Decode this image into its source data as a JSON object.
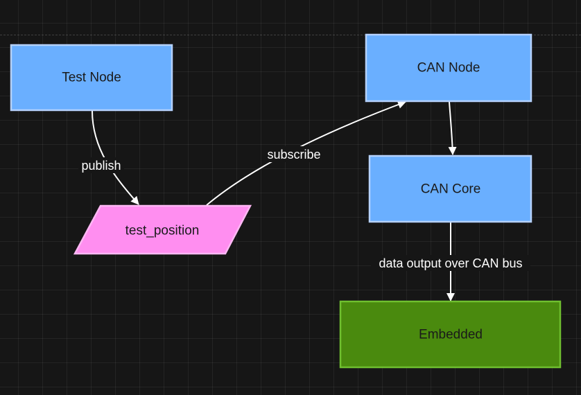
{
  "colors": {
    "process_fill": "#6aafff",
    "process_stroke": "#b6d2ff",
    "topic_fill": "#ff8ef0",
    "topic_stroke": "#ffb8f4",
    "embedded_fill": "#4a8a0e",
    "embedded_stroke": "#6fbf2f",
    "edge": "#ffffff",
    "edge_label_bg": "#161616"
  },
  "nodes": {
    "test_node": {
      "label": "Test Node",
      "shape": "rectangle"
    },
    "can_node": {
      "label": "CAN Node",
      "shape": "rectangle"
    },
    "can_core": {
      "label": "CAN Core",
      "shape": "rectangle"
    },
    "test_position": {
      "label": "test_position",
      "shape": "parallelogram"
    },
    "embedded": {
      "label": "Embedded",
      "shape": "rectangle"
    }
  },
  "edges": {
    "publish": {
      "label": "publish",
      "from": "Test Node",
      "to": "test_position"
    },
    "subscribe": {
      "label": "subscribe",
      "from": "test_position",
      "to": "CAN Node"
    },
    "node_to_core": {
      "label": "",
      "from": "CAN Node",
      "to": "CAN Core"
    },
    "data_output": {
      "label": "data output over CAN bus",
      "from": "CAN Core",
      "to": "Embedded"
    }
  }
}
